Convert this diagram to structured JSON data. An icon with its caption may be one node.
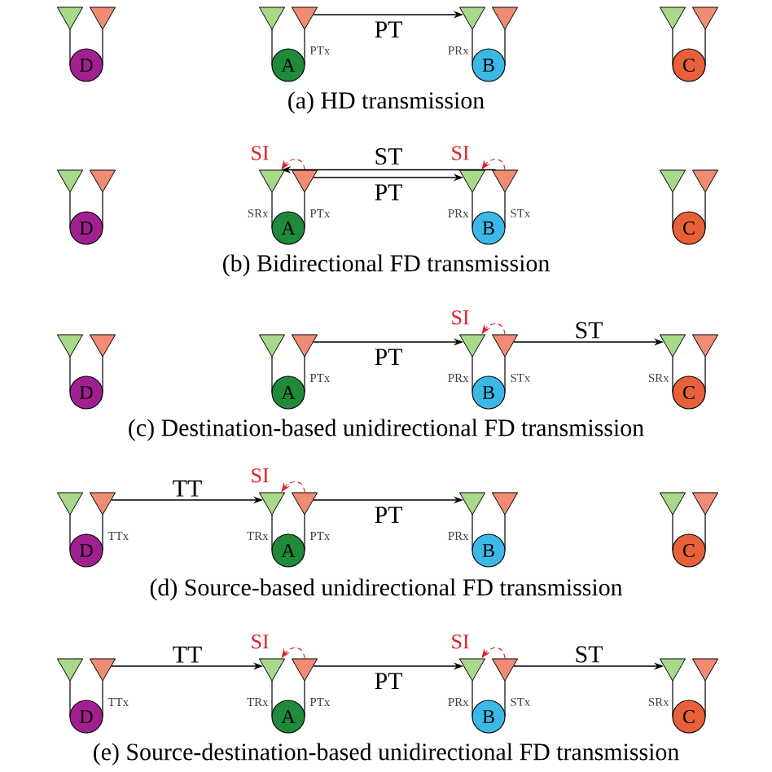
{
  "diagram": {
    "nodes": [
      {
        "text": [],
        "shape": "triangle"
      },
      {
        "text": [],
        "shape": "triangle"
      },
      {
        "text": [
          "D"
        ]
      },
      {
        "text": [],
        "shape": "triangle"
      },
      {
        "text": [],
        "shape": "triangle",
        "beside": [
          "PTx"
        ]
      },
      {
        "text": [
          "A"
        ]
      },
      {
        "text": [],
        "shape": "triangle",
        "beside": [
          "PRx"
        ]
      },
      {
        "text": [],
        "shape": "triangle"
      },
      {
        "text": [
          "B"
        ]
      },
      {
        "text": [],
        "shape": "triangle"
      },
      {
        "text": [],
        "shape": "triangle"
      },
      {
        "text": [
          "C"
        ]
      },
      {
        "text": [],
        "shape": "triangle"
      },
      {
        "text": [],
        "shape": "triangle"
      },
      {
        "text": [
          "D"
        ]
      },
      {
        "text": [],
        "shape": "triangle",
        "beside": [
          "SRx"
        ]
      },
      {
        "text": [],
        "shape": "triangle",
        "beside": [
          "PTx"
        ]
      },
      {
        "text": [
          "A"
        ]
      },
      {
        "text": [],
        "shape": "triangle",
        "beside": [
          "PRx"
        ]
      },
      {
        "text": [],
        "shape": "triangle",
        "beside": [
          "STx"
        ]
      },
      {
        "text": [
          "B"
        ]
      },
      {
        "text": [],
        "shape": "triangle"
      },
      {
        "text": [],
        "shape": "triangle"
      },
      {
        "text": [
          "C"
        ]
      },
      {
        "text": [],
        "shape": "triangle"
      },
      {
        "text": [],
        "shape": "triangle"
      },
      {
        "text": [
          "D"
        ]
      },
      {
        "text": [],
        "shape": "triangle"
      },
      {
        "text": [],
        "shape": "triangle",
        "beside": [
          "PTx"
        ]
      },
      {
        "text": [
          "A"
        ]
      },
      {
        "text": [],
        "shape": "triangle",
        "beside": [
          "PRx"
        ]
      },
      {
        "text": [],
        "shape": "triangle",
        "beside": [
          "STx"
        ]
      },
      {
        "text": [
          "B"
        ]
      },
      {
        "text": [],
        "shape": "triangle",
        "beside": [
          "SRx"
        ]
      },
      {
        "text": [],
        "shape": "triangle"
      },
      {
        "text": [
          "C"
        ]
      },
      {
        "text": [],
        "shape": "triangle"
      },
      {
        "text": [],
        "shape": "triangle",
        "beside": [
          "TTx"
        ]
      },
      {
        "text": [
          "D"
        ]
      },
      {
        "text": [],
        "shape": "triangle",
        "beside": [
          "TRx"
        ]
      },
      {
        "text": [],
        "shape": "triangle",
        "beside": [
          "PTx"
        ]
      },
      {
        "text": [
          "A"
        ]
      },
      {
        "text": [],
        "shape": "triangle",
        "beside": [
          "PRx"
        ]
      },
      {
        "text": [],
        "shape": "triangle"
      },
      {
        "text": [
          "B"
        ]
      },
      {
        "text": [],
        "shape": "triangle"
      },
      {
        "text": [],
        "shape": "triangle"
      },
      {
        "text": [
          "C"
        ]
      },
      {
        "text": [],
        "shape": "triangle"
      },
      {
        "text": [],
        "shape": "triangle",
        "beside": [
          "TTx"
        ]
      },
      {
        "text": [
          "D"
        ]
      },
      {
        "text": [],
        "shape": "triangle",
        "beside": [
          "TRx"
        ]
      },
      {
        "text": [],
        "shape": "triangle",
        "beside": [
          "PTx"
        ]
      },
      {
        "text": [
          "A"
        ]
      },
      {
        "text": [],
        "shape": "triangle",
        "beside": [
          "PRx"
        ]
      },
      {
        "text": [],
        "shape": "triangle",
        "beside": [
          "STx"
        ]
      },
      {
        "text": [
          "B"
        ]
      },
      {
        "text": [],
        "shape": "triangle",
        "beside": [
          "SRx"
        ]
      },
      {
        "text": [],
        "shape": "triangle"
      },
      {
        "text": [
          "C"
        ]
      }
    ],
    "edges": [
      {
        "from": 4,
        "to": 6,
        "arrow": "to",
        "label": "PT"
      },
      {
        "from": 16,
        "to": 15,
        "arrow": "to",
        "label": "SI",
        "style": "dashed",
        "color": "#e0202a"
      },
      {
        "from": 19,
        "to": 15,
        "arrow": "to",
        "label": "ST"
      },
      {
        "from": 19,
        "to": 18,
        "arrow": "to",
        "label": "SI",
        "style": "dashed",
        "color": "#e0202a"
      },
      {
        "from": 16,
        "to": 18,
        "arrow": "to",
        "label": "PT"
      },
      {
        "from": 31,
        "to": 30,
        "arrow": "to",
        "label": "SI",
        "style": "dashed",
        "color": "#e0202a"
      },
      {
        "from": 31,
        "to": 33,
        "arrow": "to",
        "label": "ST"
      },
      {
        "from": 28,
        "to": 30,
        "arrow": "to",
        "label": "PT"
      },
      {
        "from": 37,
        "to": 39,
        "arrow": "to",
        "label": "TT"
      },
      {
        "from": 40,
        "to": 39,
        "arrow": "to",
        "label": "SI",
        "style": "dashed",
        "color": "#e0202a"
      },
      {
        "from": 40,
        "to": 42,
        "arrow": "to",
        "label": "PT"
      },
      {
        "from": 49,
        "to": 51,
        "arrow": "to",
        "label": "TT"
      },
      {
        "from": 52,
        "to": 51,
        "arrow": "to",
        "label": "SI",
        "style": "dashed",
        "color": "#e0202a"
      },
      {
        "from": 55,
        "to": 54,
        "arrow": "to",
        "label": "SI",
        "style": "dashed",
        "color": "#e0202a"
      },
      {
        "from": 55,
        "to": 57,
        "arrow": "to",
        "label": "ST"
      },
      {
        "from": 52,
        "to": 54,
        "arrow": "to",
        "label": "PT"
      }
    ],
    "labels": [
      "(a) HD transmission",
      "(b) Bidirectional FD transmission",
      "(c) Destination-based unidirectional FD transmission",
      "(d) Source-based unidirectional FD transmission",
      "(e) Source-destination-based unidirectional FD transmission"
    ]
  }
}
